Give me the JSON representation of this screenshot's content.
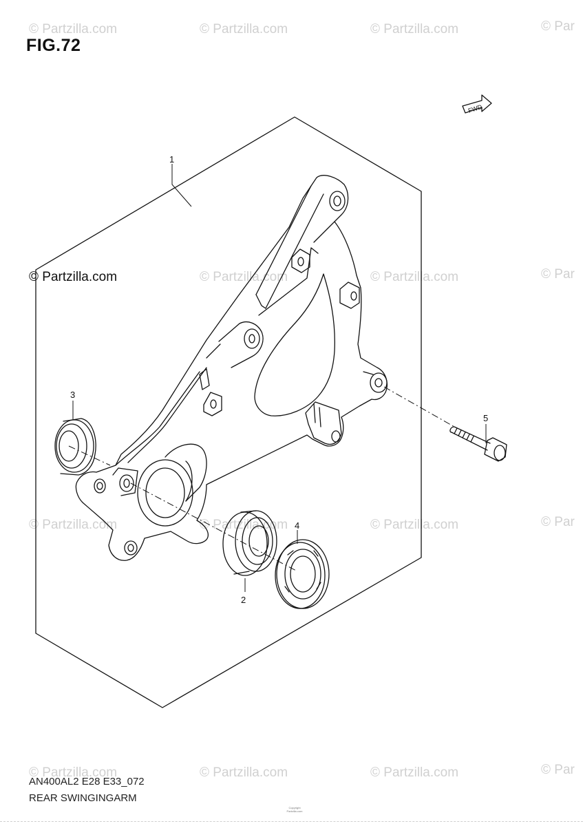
{
  "figure": {
    "title": "FIG.72",
    "fwd_label": "FWD"
  },
  "watermarks": {
    "text": "© Partzilla.com",
    "text_cut": "© Par"
  },
  "callouts": [
    "1",
    "2",
    "3",
    "4",
    "5"
  ],
  "footer": {
    "model_code": "AN400AL2 E28 E33_072",
    "part_group": "REAR SWINGINGARM",
    "copyright_line1": "Copyright",
    "copyright_line2": "Partzilla.com"
  }
}
